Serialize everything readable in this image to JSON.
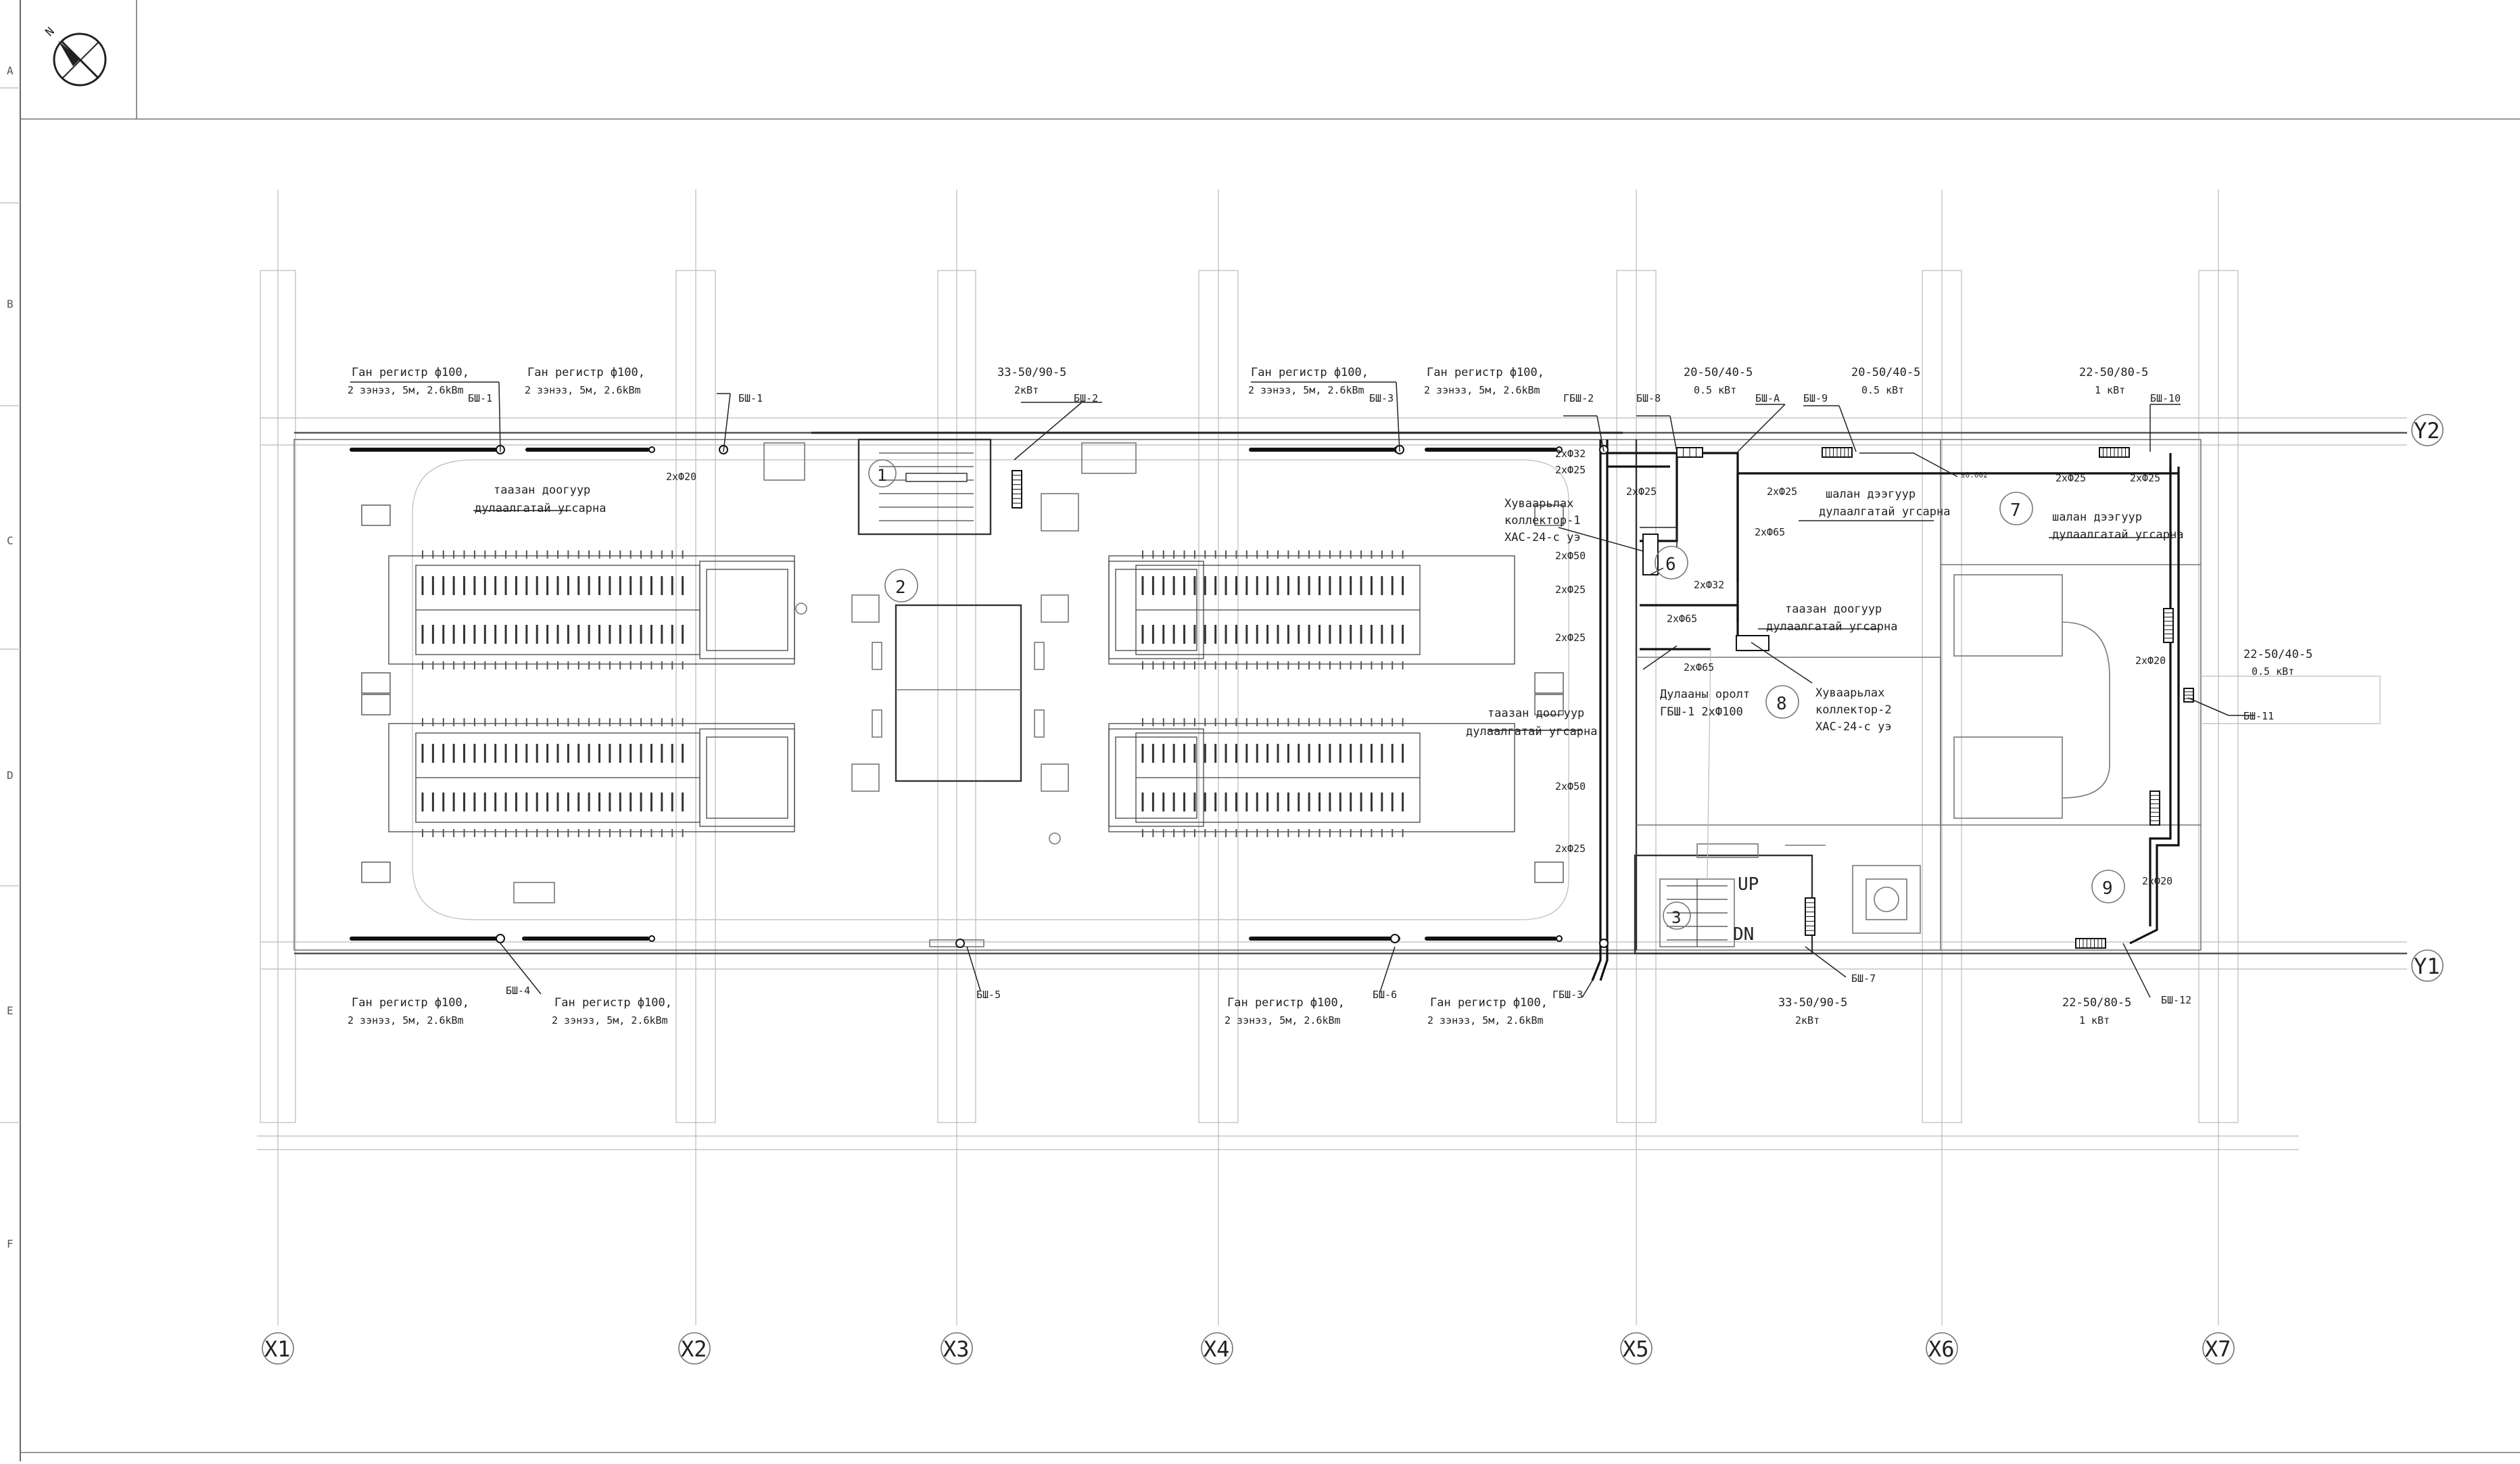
{
  "drawing": {
    "north_mark": "N",
    "row_marks": [
      "A",
      "B",
      "C",
      "D",
      "E",
      "F"
    ],
    "grid_x": [
      "X1",
      "X2",
      "X3",
      "X4",
      "X5",
      "X6",
      "X7"
    ],
    "grid_y": [
      "Y2",
      "Y1"
    ],
    "rooms": [
      "1",
      "2",
      "3",
      "6",
      "7",
      "8",
      "9"
    ],
    "stair_labels": {
      "up": "UP",
      "down": "DN"
    },
    "registers_top": [
      {
        "l1": "Ган регистр ф100,",
        "l2": "2 зэнэз, 5м, 2.6kBm"
      },
      {
        "l1": "Ган регистр ф100,",
        "l2": "2 зэнэз, 5м, 2.6kBm"
      },
      {
        "l1": "Ган регистр ф100,",
        "l2": "2 зэнэз, 5м, 2.6kBm"
      },
      {
        "l1": "Ган регистр ф100,",
        "l2": "2 зэнэз, 5м, 2.6kBm"
      }
    ],
    "registers_bottom": [
      {
        "l1": "Ган регистр ф100,",
        "l2": "2 зэнэз, 5м, 2.6kBm"
      },
      {
        "l1": "Ган регистр ф100,",
        "l2": "2 зэнэз, 5м, 2.6kBm"
      },
      {
        "l1": "Ган регистр ф100,",
        "l2": "2 зэнэз, 5м, 2.6kBm"
      },
      {
        "l1": "Ган регистр ф100,",
        "l2": "2 зэнэз, 5м, 2.6kBm"
      }
    ],
    "radiators": [
      {
        "l1": "33-50/90-5",
        "l2": "2кВт"
      },
      {
        "l1": "20-50/40-5",
        "l2": "0.5 кВт"
      },
      {
        "l1": "20-50/40-5",
        "l2": "0.5 кВт"
      },
      {
        "l1": "22-50/80-5",
        "l2": "1 кВт"
      },
      {
        "l1": "22-50/40-5",
        "l2": "0.5 кВт"
      },
      {
        "l1": "33-50/90-5",
        "l2": "2кВт"
      },
      {
        "l1": "22-50/80-5",
        "l2": "1 кВт"
      }
    ],
    "tags": {
      "bsh1a": "БШ-1",
      "bsh1b": "БШ-1",
      "bsh2": "БШ-2",
      "bsh3": "БШ-3",
      "gbsh2": "ГБШ-2",
      "bsh8": "БШ-8",
      "bsha": "БШ-А",
      "bsh9": "БШ-9",
      "bsh10": "БШ-10",
      "bsh11": "БШ-11",
      "bsh4": "БШ-4",
      "bsh5": "БШ-5",
      "bsh6": "БШ-6",
      "gbsh3": "ГБШ-3",
      "bsh7": "БШ-7",
      "bsh12": "БШ-12"
    },
    "pipe_sizes": {
      "p20a": "2хФ20",
      "p32a": "2хФ32",
      "p25a": "2хФ25",
      "p25b": "2хФ25",
      "p50a": "2хФ50",
      "p25c": "2хФ25",
      "p25d": "2хФ25",
      "p50b": "2хФ50",
      "p25e": "2хФ25",
      "p25f": "2хФ25",
      "p65a": "2хФ65",
      "p32b": "2хФ32",
      "p65b": "2хФ65",
      "p65c": "2хФ65",
      "p25g": "2хФ25",
      "p25h": "2хФ25",
      "p20b": "2хФ20",
      "p20c": "2хФ20"
    },
    "notes": {
      "drain_a1": "таазан доогуур",
      "drain_a2": "дулаалгатай угсарна",
      "drain_b1": "таазан доогуур",
      "drain_b2": "дулаалгатай угсарна",
      "drain_c1": "таазан доогуур",
      "drain_c2": "дулаалгатай угсарна",
      "floor_a1": "шалан дээгуур",
      "floor_a2": "дулаалгатай угсарна",
      "floor_b1": "шалан дээгуур",
      "floor_b2": "дулаалгатай угсарна",
      "col1_1": "Хуваарьлах",
      "col1_2": "коллектор-1",
      "col1_3": "ХАС-24-с уэ",
      "col2_1": "Хуваарьлах",
      "col2_2": "коллектор-2",
      "col2_3": "ХАС-24-с уэ",
      "main_1": "Дулааны оролт",
      "main_2": "ГБШ-1  2хФ100",
      "elev": "±0.002"
    }
  }
}
